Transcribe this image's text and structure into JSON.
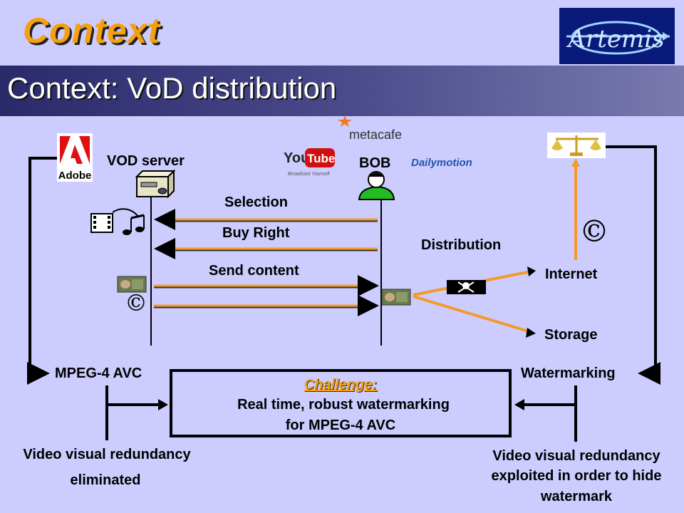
{
  "header": {
    "title": "Context",
    "logo_text": "Artemis"
  },
  "banner": {
    "title": "Context: VoD distribution"
  },
  "labels": {
    "vod_server": "VOD server",
    "bob": "BOB",
    "selection": "Selection",
    "buy_right": "Buy Right",
    "send_content": "Send content",
    "distribution": "Distribution",
    "internet": "Internet",
    "storage": "Storage",
    "mpeg4": "MPEG-4 AVC",
    "watermarking": "Watermarking",
    "left_note_1": "Video visual redundancy",
    "left_note_2": "eliminated",
    "right_note_1": "Video visual redundancy",
    "right_note_2": "exploited in order to hide",
    "right_note_3": "watermark"
  },
  "challenge": {
    "heading": "Challenge:",
    "line1": "Real time, robust watermarking",
    "line2": "for MPEG-4 AVC"
  },
  "logos": {
    "adobe": "Adobe",
    "metacafe": "metacafe",
    "youtube_you": "You",
    "youtube_tube": "Tube",
    "youtube_tag": "Broadcast Yourself",
    "dailymotion": "Dailymotion"
  },
  "symbols": {
    "copyright": "©"
  },
  "colors": {
    "accent": "#f5a010",
    "arrow": "#f39b28",
    "background": "#ccccff"
  }
}
